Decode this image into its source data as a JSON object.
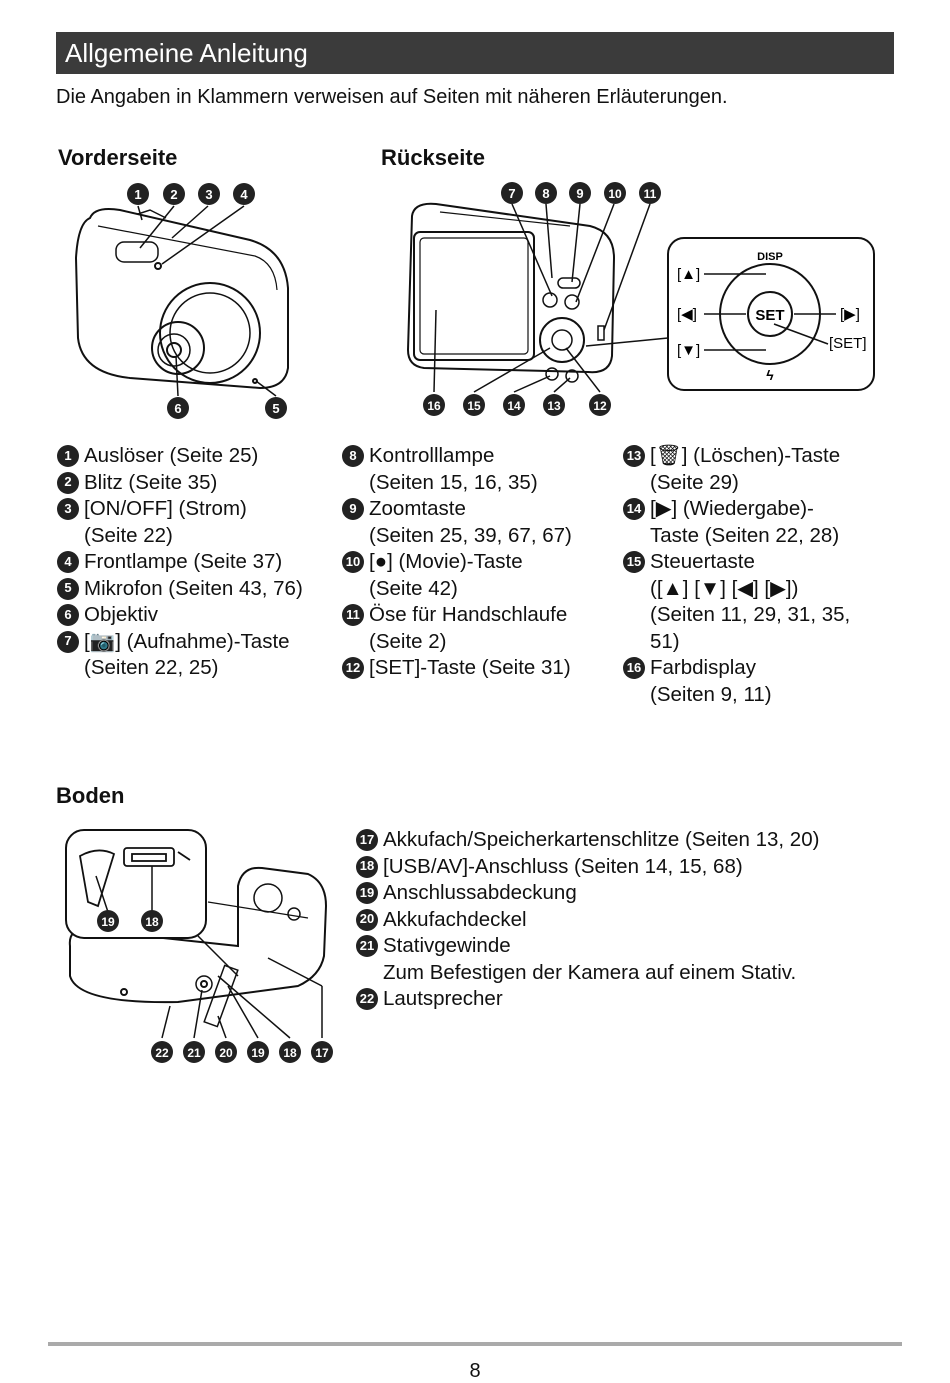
{
  "header": {
    "title": "Allgemeine Anleitung"
  },
  "intro": "Die Angaben in Klammern verweisen auf Seiten mit näheren Erläuterungen.",
  "sections": {
    "front": "Vorderseite",
    "back": "Rückseite",
    "bottom": "Boden"
  },
  "callouts": {
    "front_top": [
      "1",
      "2",
      "3",
      "4"
    ],
    "front_bottom": [
      "6",
      "5"
    ],
    "back_top": [
      "7",
      "8",
      "9",
      "10",
      "11"
    ],
    "back_bottom": [
      "16",
      "15",
      "14",
      "13",
      "12"
    ],
    "bottom_inset": [
      "19",
      "18"
    ],
    "bottom_row": [
      "22",
      "21",
      "20",
      "19",
      "18",
      "17"
    ]
  },
  "control_pad": {
    "disp": "DISP",
    "set": "SET",
    "up": "[▲]",
    "left": "[◀]",
    "right": "[▶]",
    "down": "[▼]",
    "set_label": "[SET]",
    "flash": "ϟ"
  },
  "parts_col1": [
    {
      "n": "1",
      "text": "Auslöser (Seite 25)"
    },
    {
      "n": "2",
      "text": "Blitz (Seite 35)"
    },
    {
      "n": "3",
      "text": "[ON/OFF] (Strom)\n(Seite 22)"
    },
    {
      "n": "4",
      "text": "Frontlampe (Seite 37)"
    },
    {
      "n": "5",
      "text": "Mikrofon (Seiten 43, 76)"
    },
    {
      "n": "6",
      "text": "Objektiv"
    },
    {
      "n": "7",
      "text": "[📷] (Aufnahme)-Taste\n(Seiten 22, 25)"
    }
  ],
  "parts_col2": [
    {
      "n": "8",
      "text": "Kontrolllampe\n(Seiten 15, 16, 35)"
    },
    {
      "n": "9",
      "text": "Zoomtaste\n(Seiten 25, 39, 67, 67)"
    },
    {
      "n": "10",
      "text": "[●] (Movie)-Taste\n(Seite 42)"
    },
    {
      "n": "11",
      "text": "Öse für Handschlaufe\n(Seite 2)"
    },
    {
      "n": "12",
      "text": "[SET]-Taste (Seite 31)"
    }
  ],
  "parts_col3": [
    {
      "n": "13",
      "text": "[🗑] (Löschen)-Taste\n(Seite 29)"
    },
    {
      "n": "14",
      "text": "[▶] (Wiedergabe)-\nTaste (Seiten 22, 28)"
    },
    {
      "n": "15",
      "text": "Steuertaste\n([▲] [▼] [◀] [▶])\n(Seiten 11, 29, 31, 35,\n51)"
    },
    {
      "n": "16",
      "text": "Farbdisplay\n(Seiten 9, 11)"
    }
  ],
  "parts_bottom": [
    {
      "n": "17",
      "text": "Akkufach/Speicherkartenschlitze (Seiten 13, 20)"
    },
    {
      "n": "18",
      "text": "[USB/AV]-Anschluss (Seiten 14, 15, 68)"
    },
    {
      "n": "19",
      "text": "Anschlussabdeckung"
    },
    {
      "n": "20",
      "text": "Akkufachdeckel"
    },
    {
      "n": "21",
      "text": "Stativgewinde\nZum Befestigen der Kamera auf einem Stativ."
    },
    {
      "n": "22",
      "text": "Lautsprecher"
    }
  ],
  "page_number": "8"
}
